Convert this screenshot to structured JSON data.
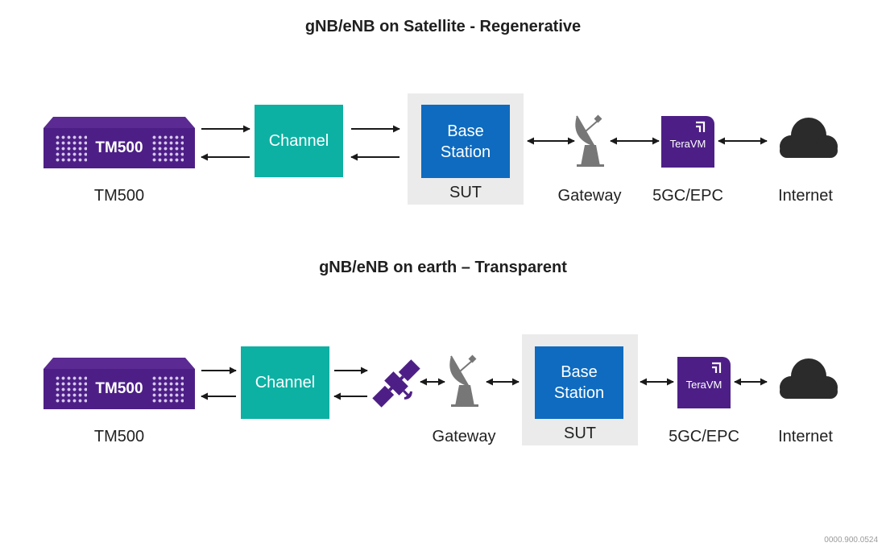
{
  "diagrams": [
    {
      "title": "gNB/eNB on Satellite - Regenerative",
      "tm500": {
        "device_text": "TM500",
        "label": "TM500"
      },
      "channel": {
        "text": "Channel"
      },
      "base_station": {
        "line1": "Base",
        "line2": "Station"
      },
      "sut_label": "SUT",
      "gateway_label": "Gateway",
      "core": {
        "logo_text": "TeraVM",
        "label": "5GC/EPC"
      },
      "internet_label": "Internet"
    },
    {
      "title": "gNB/eNB on earth – Transparent",
      "tm500": {
        "device_text": "TM500",
        "label": "TM500"
      },
      "channel": {
        "text": "Channel"
      },
      "gateway_label": "Gateway",
      "base_station": {
        "line1": "Base",
        "line2": "Station"
      },
      "sut_label": "SUT",
      "core": {
        "logo_text": "TeraVM",
        "label": "5GC/EPC"
      },
      "internet_label": "Internet"
    }
  ],
  "document_code": "0000.900.0524",
  "colors": {
    "tm500_purple": "#4d1f86",
    "channel_teal": "#0cb1a3",
    "base_station_blue": "#0e6bbf",
    "sut_gray": "#ebebeb",
    "gateway_gray": "#777777",
    "internet_dark": "#2b2b2b",
    "satellite_purple": "#4d1f86"
  },
  "icons": [
    "gateway-dish-icon",
    "satellite-icon",
    "cloud-icon",
    "teravm-logo-icon"
  ]
}
